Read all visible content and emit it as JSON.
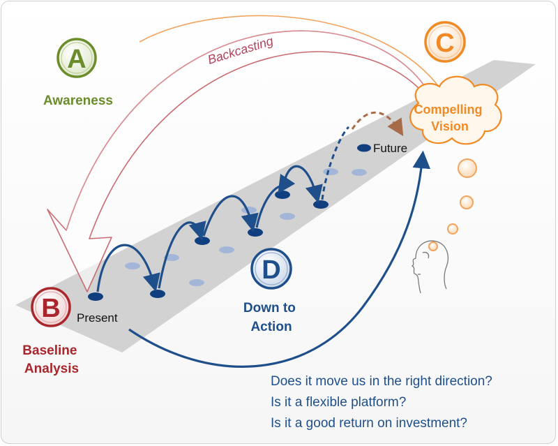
{
  "diagram": {
    "steps": {
      "a": {
        "letter": "A",
        "label": "Awareness",
        "color": "#6a8c2a"
      },
      "b": {
        "letter": "B",
        "label_lines": [
          "Baseline",
          "Analysis"
        ],
        "color": "#a8262c"
      },
      "c": {
        "letter": "C",
        "label_lines": [
          "Compelling",
          "Vision"
        ],
        "color": "#f08a24"
      },
      "d": {
        "letter": "D",
        "label_lines": [
          "Down to",
          "Action"
        ],
        "color": "#1f4f8a"
      }
    },
    "backcasting_label": "Backcasting",
    "present_label": "Present",
    "future_label": "Future",
    "questions": [
      "Does it move us in the right direction?",
      "Is it a flexible platform?",
      "Is it a good return on investment?"
    ]
  }
}
